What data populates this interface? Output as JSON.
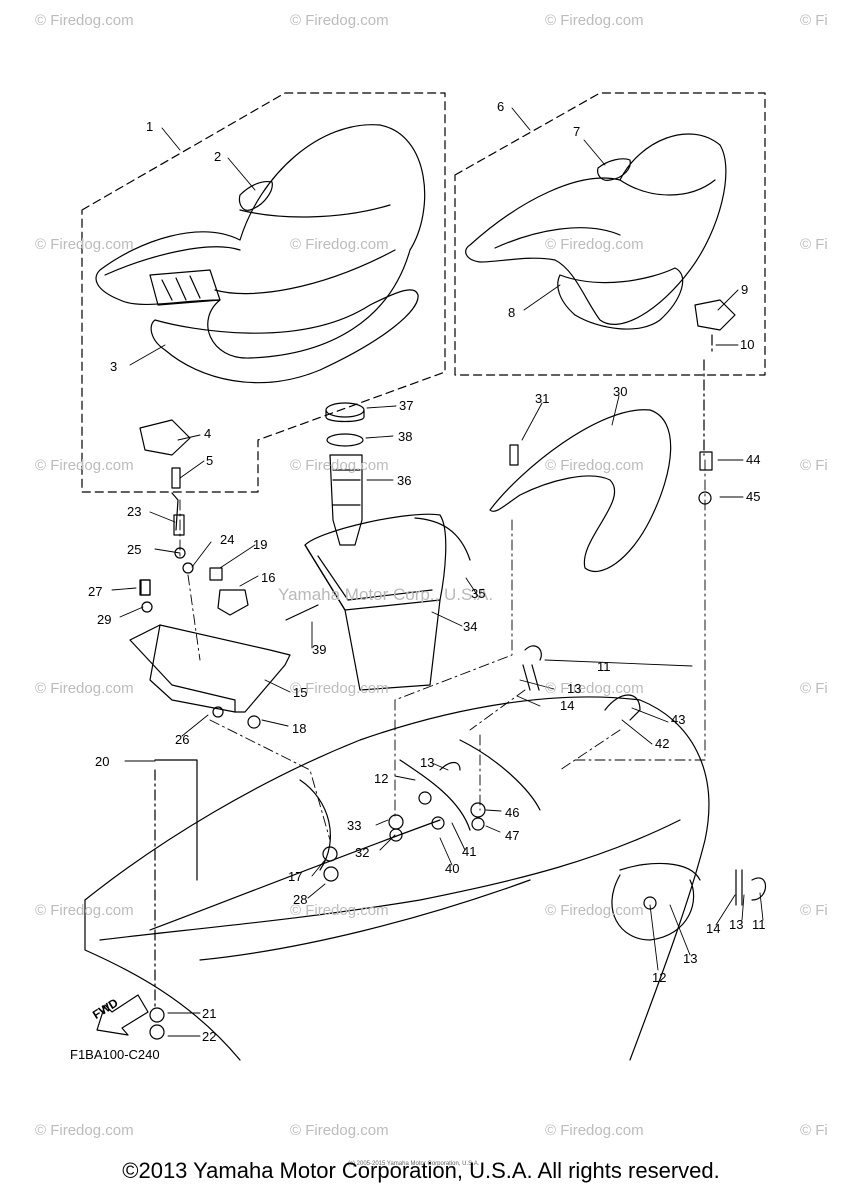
{
  "watermarks": [
    "© Firedog.com",
    "© Firedog.com",
    "© Firedog.com",
    "© Fi",
    "© Firedog.com",
    "© Firedog.com",
    "© Firedog.com",
    "© Fi",
    "© Firedog.com",
    "© Firedog.com",
    "© Firedog.com",
    "© Fi",
    "© Firedog.com",
    "© Firedog.com",
    "© Firedog.com",
    "© Fi",
    "© Firedog.com",
    "© Firedog.com",
    "© Firedog.com",
    "© Fi",
    "© Firedog.com",
    "© Firedog.com",
    "© Firedog.com",
    "© Fi"
  ],
  "center_watermark": "Yamaha Motor Corp., U.S.A.",
  "callouts": [
    "1",
    "2",
    "3",
    "4",
    "5",
    "6",
    "7",
    "8",
    "9",
    "10",
    "23",
    "24",
    "25",
    "19",
    "16",
    "27",
    "29",
    "15",
    "26",
    "18",
    "37",
    "38",
    "36",
    "35",
    "34",
    "39",
    "31",
    "30",
    "44",
    "45",
    "11",
    "13",
    "14",
    "43",
    "42",
    "20",
    "13",
    "12",
    "33",
    "46",
    "32",
    "41",
    "47",
    "40",
    "17",
    "28",
    "14",
    "13",
    "11",
    "13",
    "12",
    "21",
    "22"
  ],
  "fwd_label": "FWD",
  "reference_code": "F1BA100-C240",
  "footer": "©2013 Yamaha Motor Corporation, U.S.A. All rights reserved.",
  "footer_small": "(c) 2005-2015 Yamaha Motor Corporation, U.S.A."
}
